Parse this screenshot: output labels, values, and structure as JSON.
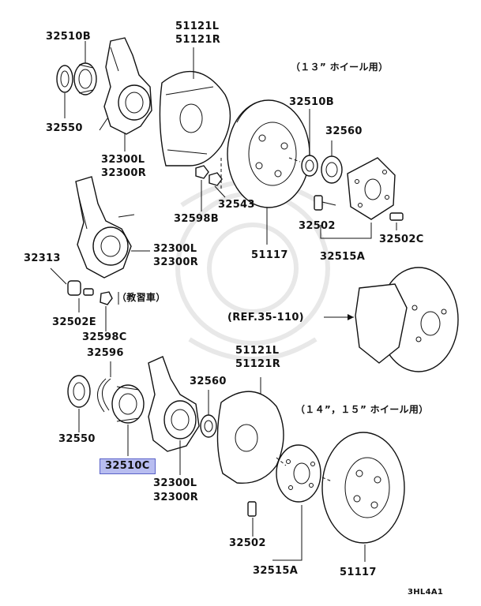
{
  "labels": {
    "l32510b_top": "32510B",
    "l32550_top": "32550",
    "l32300l_top": "32300L",
    "l32300r_top": "32300R",
    "l51121l_top": "51121L",
    "l51121r_top": "51121R",
    "note_13": "（１３” ホイール用）",
    "l32510b_mid": "32510B",
    "l32560_top": "32560",
    "l32598b": "32598B",
    "l32543": "32543",
    "l51117_top": "51117",
    "l32502_top": "32502",
    "l32502c": "32502C",
    "l32515a_top": "32515A",
    "l32313": "32313",
    "l32300l_mid": "32300L",
    "l32300r_mid": "32300R",
    "l32502e": "32502E",
    "note_school": "（教習車）",
    "l32598c": "32598C",
    "ref": "(REF.35-110)",
    "l32596": "32596",
    "l51121l_bot": "51121L",
    "l51121r_bot": "51121R",
    "l32560_bot": "32560",
    "note_1415": "（１４”，１５” ホイール用）",
    "l32550_bot": "32550",
    "l32510c": "32510C",
    "l32300l_bot": "32300L",
    "l32300r_bot": "32300R",
    "l32502_bot": "32502",
    "l32515a_bot": "32515A",
    "l51117_bot": "51117",
    "code": "3HL4A1"
  }
}
